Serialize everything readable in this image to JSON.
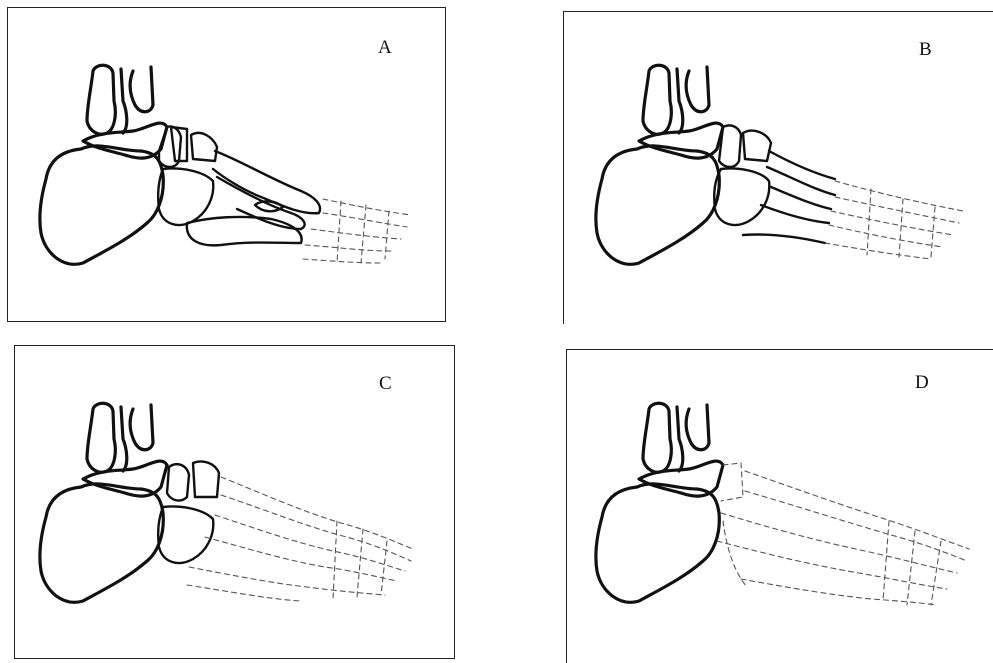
{
  "figure": {
    "panels": [
      {
        "id": "A",
        "label": "A"
      },
      {
        "id": "B",
        "label": "B"
      },
      {
        "id": "C",
        "label": "C"
      },
      {
        "id": "D",
        "label": "D"
      }
    ]
  },
  "colors": {
    "line": "#111111",
    "dashed": "#555555",
    "background": "#ffffff"
  }
}
